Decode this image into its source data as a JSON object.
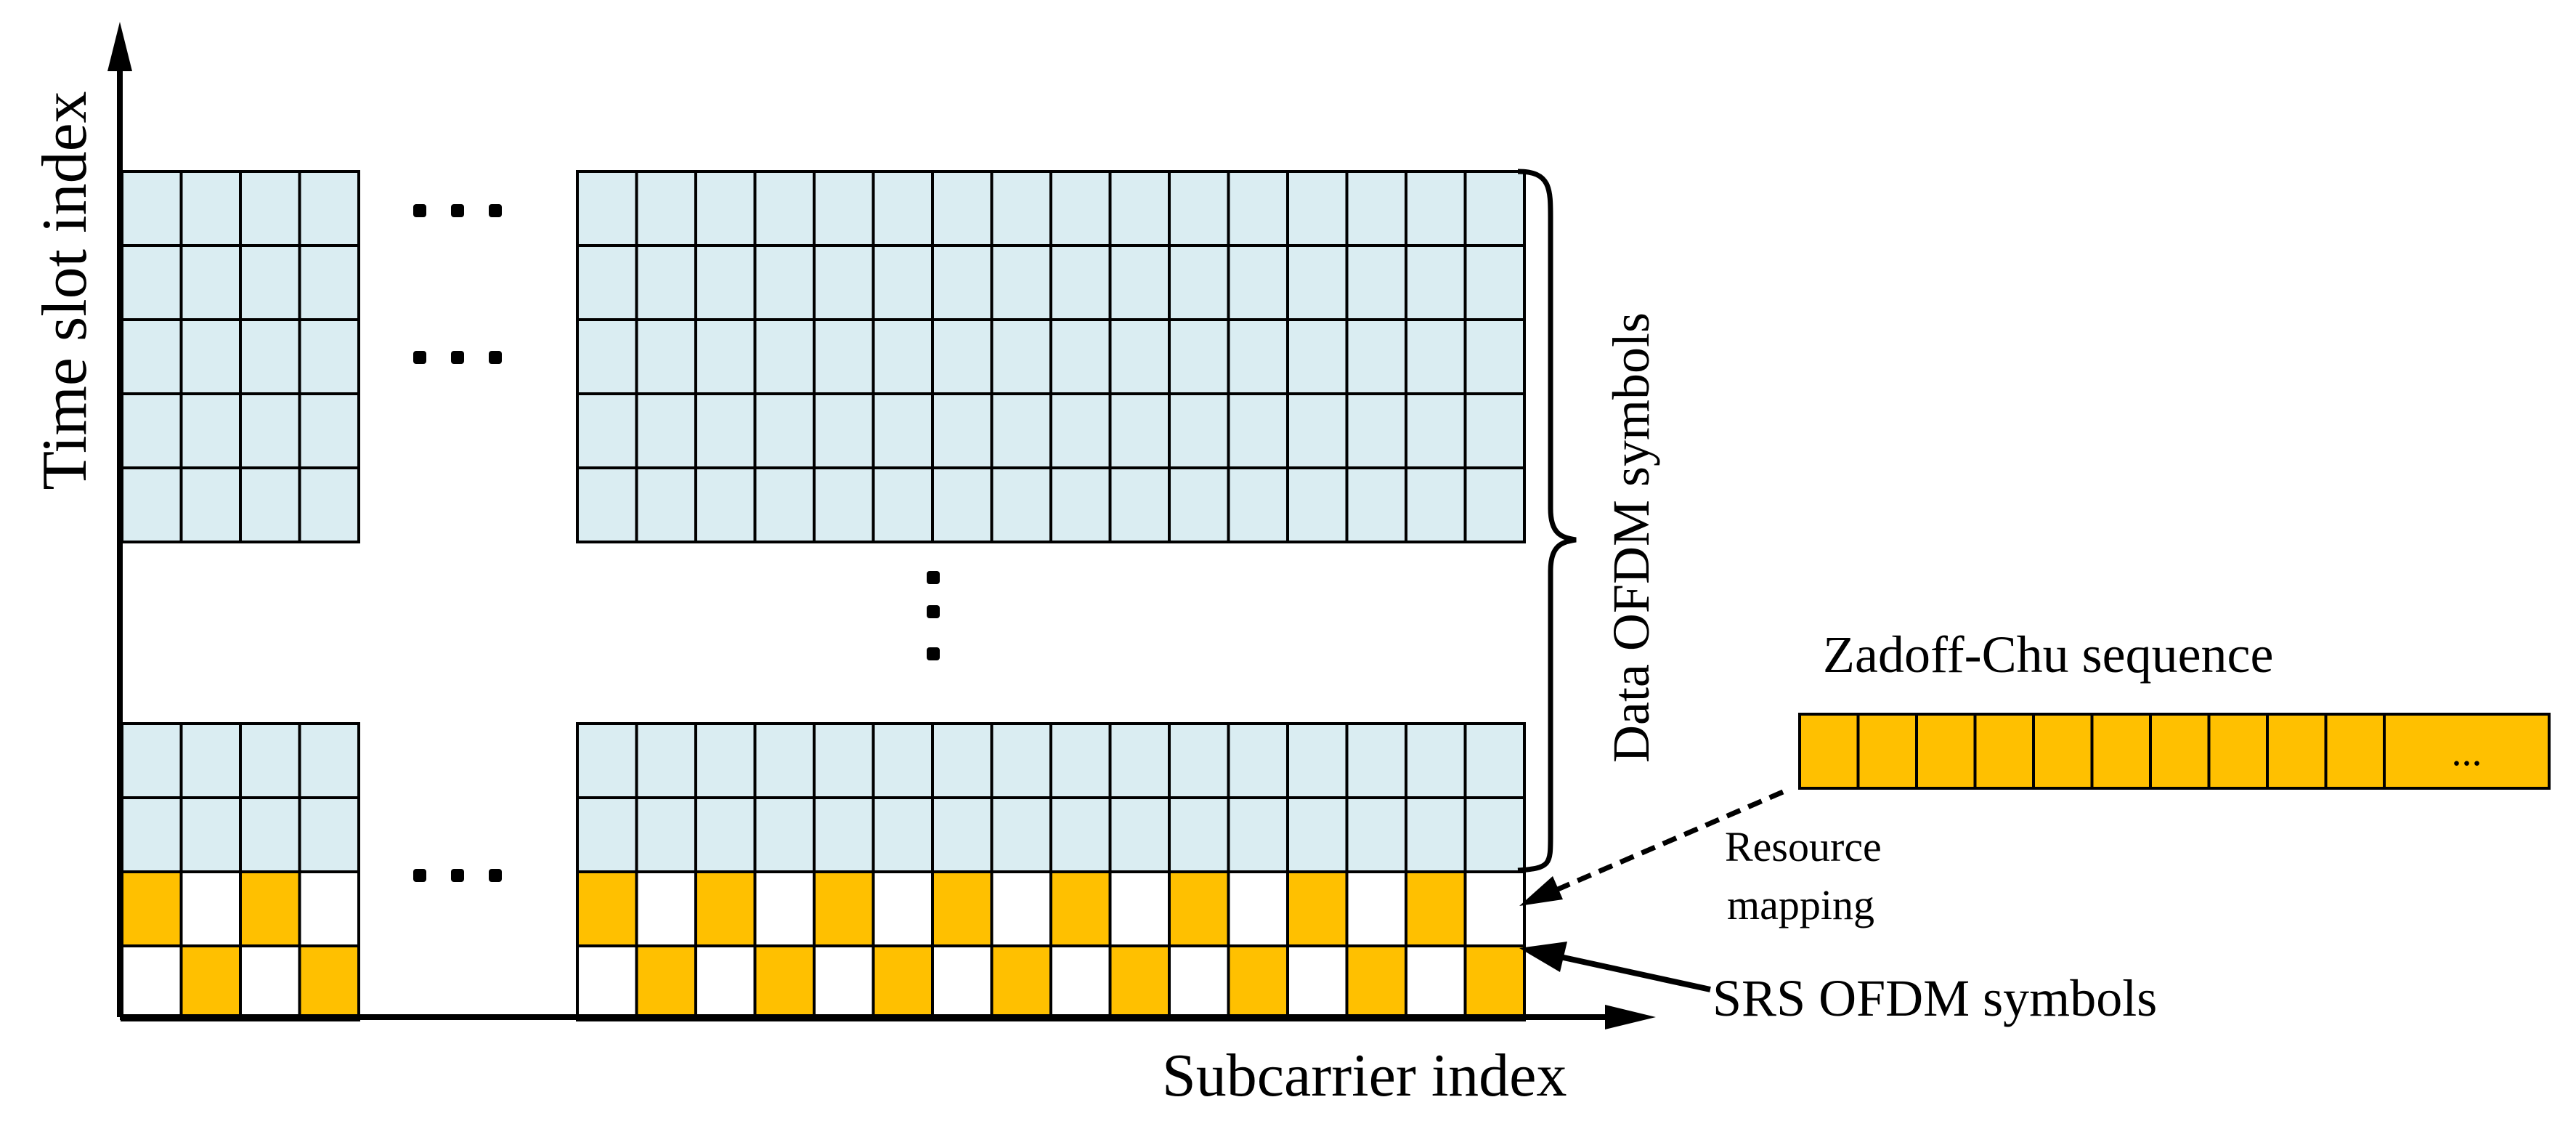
{
  "labels": {
    "y_axis": "Time slot index",
    "x_axis": "Subcarrier index",
    "data_symbols": "Data OFDM symbols",
    "zc_sequence": "Zadoff-Chu sequence",
    "resource_mapping_line1": "Resource",
    "resource_mapping_line2": "mapping",
    "srs_symbols": "SRS OFDM symbols",
    "zc_ellipsis": "..."
  },
  "grid": {
    "left_block_columns": 4,
    "right_block_columns": 16,
    "top_data_rows": 5,
    "bottom_data_rows": 2,
    "srs_rows": 2,
    "srs_row1_pattern": "even-columns-filled",
    "srs_row2_pattern": "odd-columns-filled"
  },
  "zc_sequence": {
    "cells": 10
  },
  "colors": {
    "data_cell": "#DAEDF2",
    "srs_cell": "#FFC000",
    "empty_cell": "#FFFFFF",
    "stroke": "#000000"
  }
}
